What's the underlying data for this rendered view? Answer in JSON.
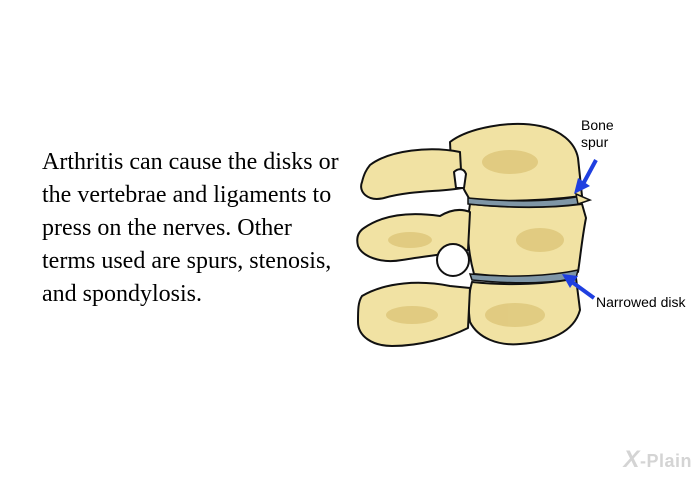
{
  "description": "Arthritis can cause the disks or the vertebrae and ligaments to press on the nerves. Other terms used are spurs, stenosis, and spondylosis.",
  "labels": {
    "bone_spur": "Bone spur",
    "narrowed_disk": "Narrowed disk"
  },
  "logo": {
    "mark": "X",
    "text": "-Plain"
  },
  "colors": {
    "bone_fill": "#f1e2a3",
    "bone_shadow": "#d9c070",
    "bone_outline": "#111111",
    "disk": "#7f96a6",
    "arrow": "#1f3fe0"
  }
}
